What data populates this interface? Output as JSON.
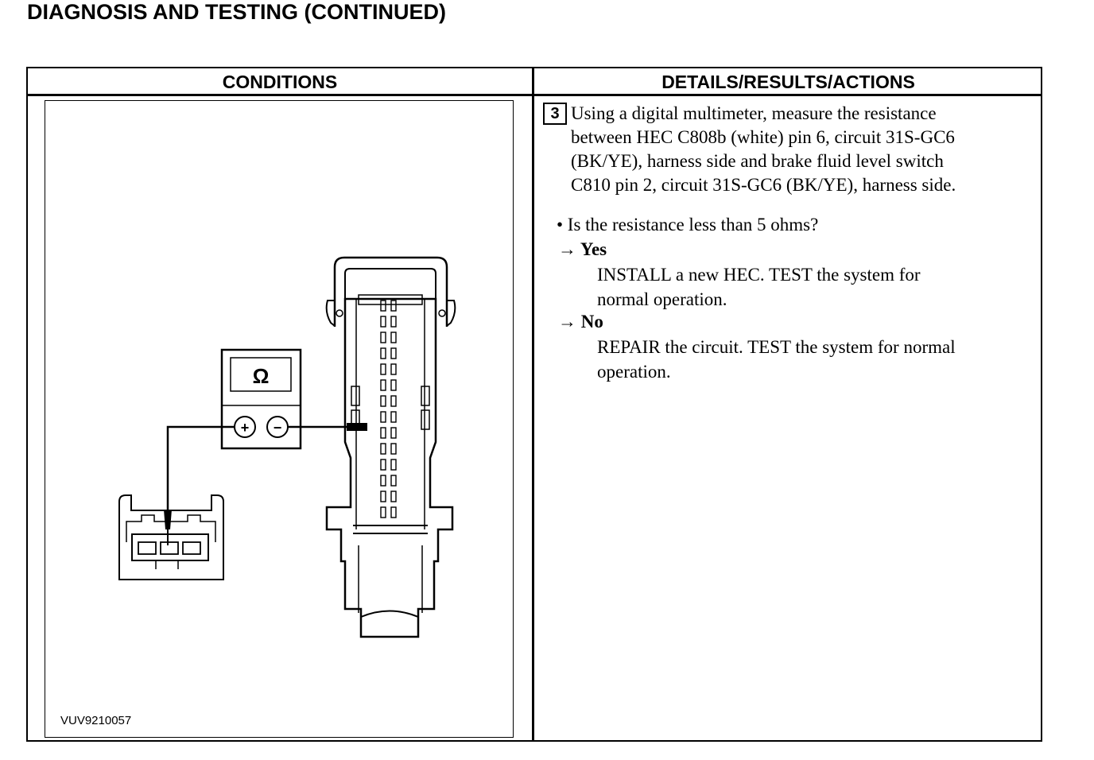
{
  "page": {
    "title": "DIAGNOSIS AND TESTING (CONTINUED)"
  },
  "table": {
    "conditions_header": "CONDITIONS",
    "details_header": "DETAILS/RESULTS/ACTIONS"
  },
  "figure": {
    "id": "VUV9210057",
    "meter_symbol": "Ω",
    "plus_symbol": "+",
    "minus_symbol": "−",
    "icons": [
      "multimeter-icon",
      "hec-connector-icon",
      "switch-connector-icon"
    ]
  },
  "step": {
    "number": "3",
    "lines": [
      "Using a digital multimeter, measure the resistance",
      "between HEC C808b (white) pin 6, circuit 31S-GC6",
      "(BK/YE), harness side and brake fluid level switch",
      "C810 pin 2, circuit 31S-GC6 (BK/YE), harness side."
    ],
    "question": "• Is the resistance less than 5 ohms?",
    "yes_label": "→ Yes",
    "yes_action_lines": [
      "INSTALL a new HEC. TEST the system for",
      "normal operation."
    ],
    "no_label": "→ No",
    "no_action_lines": [
      "REPAIR the circuit. TEST the system for normal",
      "operation."
    ]
  }
}
